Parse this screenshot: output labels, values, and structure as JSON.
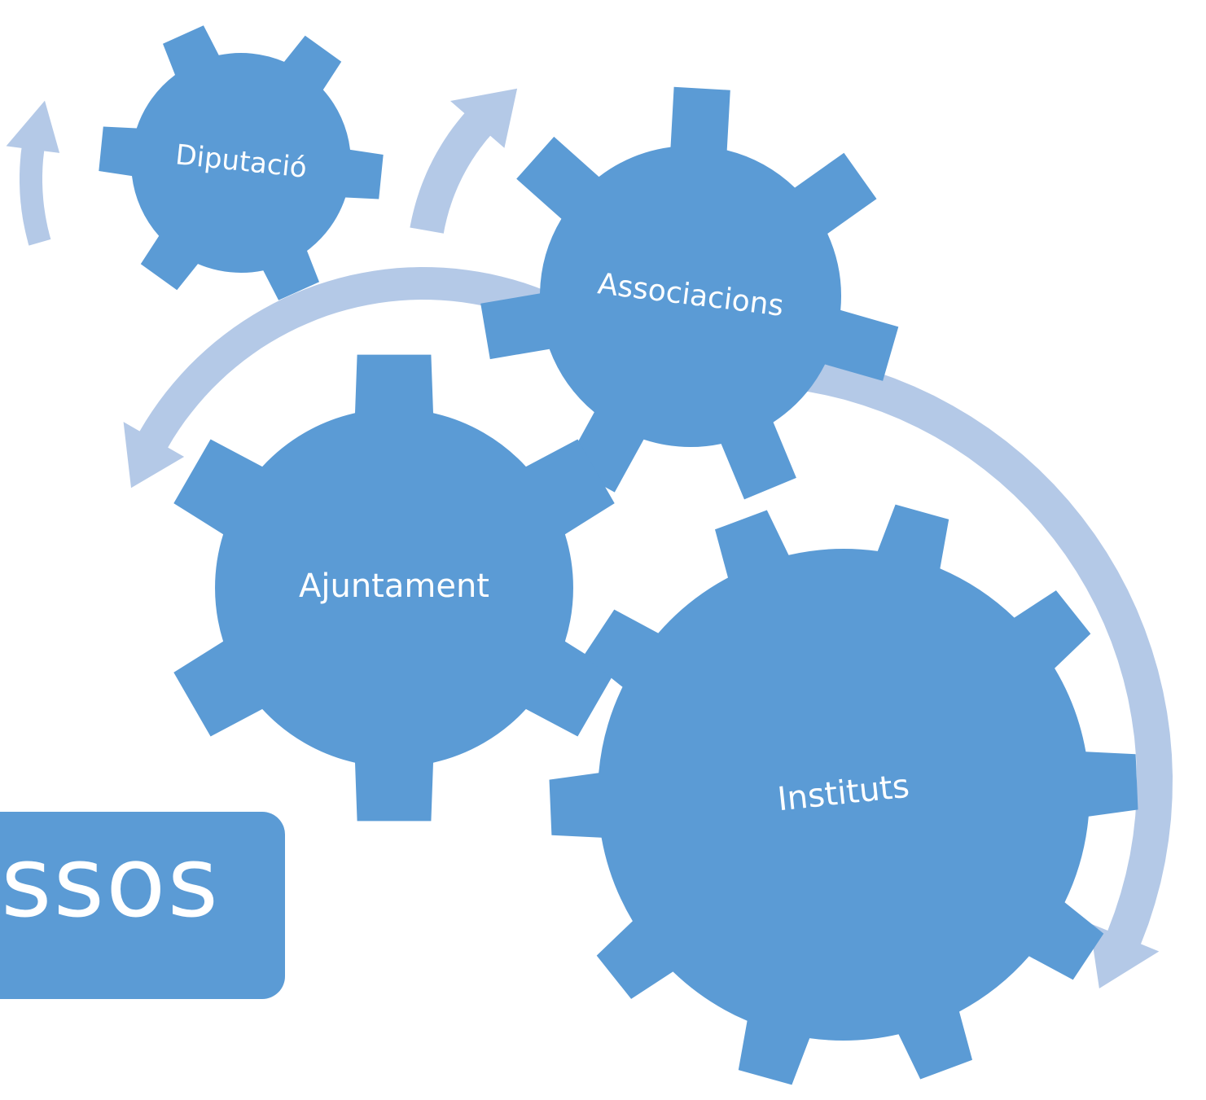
{
  "colors": {
    "gear": "#5b9bd5",
    "arrow": "#b4c9e7",
    "text": "#ffffff",
    "background": "#ffffff"
  },
  "gears": [
    {
      "id": "diputacio",
      "label": "Diputació"
    },
    {
      "id": "associacions",
      "label": "Associacions"
    },
    {
      "id": "ajuntament",
      "label": "Ajuntament"
    },
    {
      "id": "instituts",
      "label": "Instituts"
    }
  ],
  "title": {
    "text": "essos"
  }
}
